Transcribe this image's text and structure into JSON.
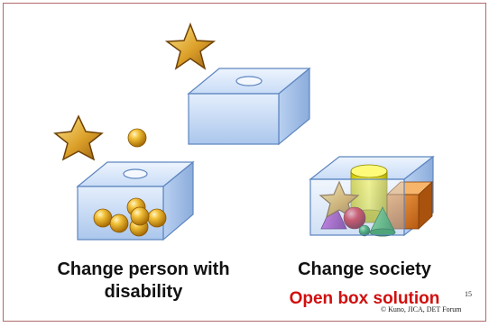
{
  "captions": {
    "left_line1": "Change person with",
    "left_line2": "disability",
    "right": "Change society",
    "right_highlight": "Open box solution"
  },
  "footer": {
    "page_number": "15",
    "copyright": "© Kuno, JICA, DET Forum"
  },
  "icons": [
    "star-icon",
    "ball-icon",
    "glass-box-icon",
    "cone-icon",
    "cube-icon",
    "cylinder-icon",
    "sphere-icon"
  ],
  "colors": {
    "border": "#b06b6b",
    "highlight_text": "#d10f0f",
    "glass_box": "#a9c8ee",
    "star_gold": "#e0a92c",
    "ball_gold": "#e5a81a"
  }
}
